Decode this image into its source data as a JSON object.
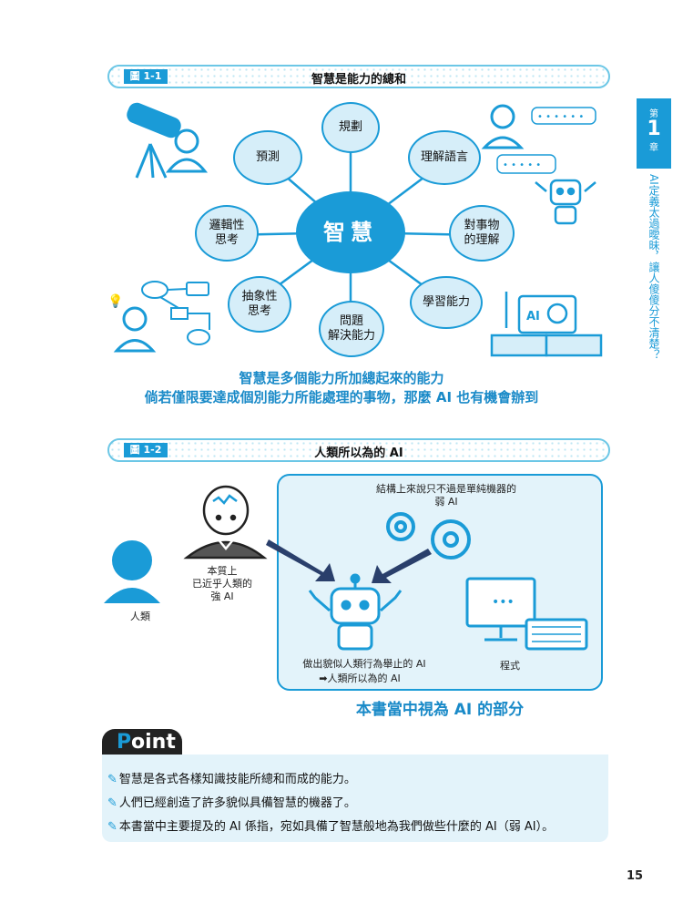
{
  "figure1": {
    "tag": "圖 1-1",
    "title": "智慧是能力的總和",
    "center": "智慧",
    "nodes": {
      "plan": "規劃",
      "predict": "預測",
      "language": "理解語言",
      "logic": "邏輯性\n思考",
      "things": "對事物\n的理解",
      "abstract": "抽象性\n思考",
      "learn": "學習能力",
      "problem": "問題\n解決能力"
    },
    "caption_line1": "智慧是多個能力所加總起來的能力",
    "caption_line2": "倘若僅限要達成個別能力所能處理的事物，那麼 AI 也有機會辦到",
    "robot_screen_label": "AI"
  },
  "figure2": {
    "tag": "圖 1-2",
    "title": "人類所以為的 AI",
    "human_label": "人類",
    "strong_ai_label": "本質上\n已近乎人類的\n強 AI",
    "weak_ai_label": "結構上來說只不過是單純機器的\n弱 AI",
    "robot_label": "做出貌似人類行為舉止的 AI",
    "robot_sublabel": "➡人類所以為的 AI",
    "program_label": "程式",
    "caption": "本書當中視為 AI 的部分"
  },
  "point": {
    "heading_p": "P",
    "heading_rest": "oint",
    "items": [
      "智慧是各式各樣知識技能所總和而成的能力。",
      "人們已經創造了許多貌似具備智慧的機器了。",
      "本書當中主要提及的 AI 係指，宛如具備了智慧般地為我們做些什麼的 AI（弱 AI）。"
    ]
  },
  "sidebar": {
    "chapter_top": "第",
    "chapter_num": "1",
    "chapter_bottom": "章",
    "chapter_title": "AI定義太過曖昧，讓人傻傻分不清楚？"
  },
  "page_number": "15",
  "colors": {
    "accent": "#1a9bd7",
    "light": "#d6eef9",
    "panel": "#e3f3fa"
  }
}
